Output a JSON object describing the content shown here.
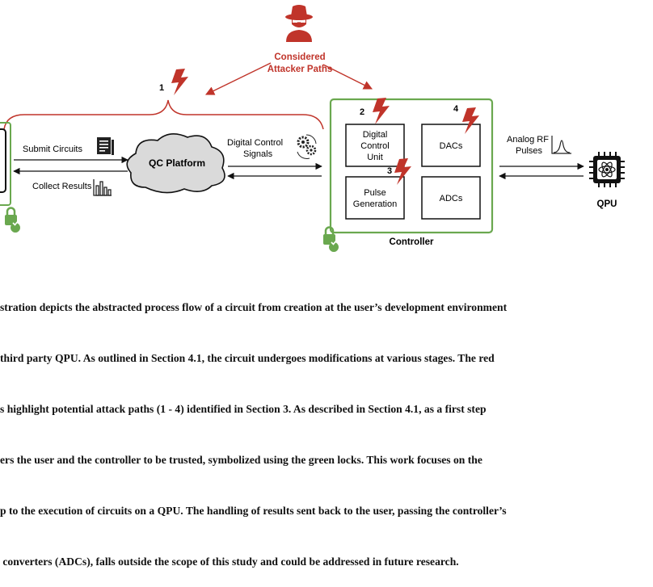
{
  "diagram": {
    "attacker": {
      "label_line1": "Considered",
      "label_line2": "Attacker Paths"
    },
    "attack_numbers": [
      "1",
      "2",
      "3",
      "4"
    ],
    "left": {
      "submit": "Submit Circuits",
      "collect": "Collect Results"
    },
    "platform": "QC Platform",
    "digital_control": {
      "line1": "Digital Control",
      "line2": "Signals"
    },
    "controller": {
      "title": "Controller",
      "dcu": {
        "line1": "Digital",
        "line2": "Control",
        "line3": "Unit"
      },
      "dacs": "DACs",
      "pulse": {
        "line1": "Pulse",
        "line2": "Generation"
      },
      "adcs": "ADCs"
    },
    "analog": {
      "line1": "Analog RF",
      "line2": "Pulses"
    },
    "qpu": "QPU",
    "colors": {
      "attack": "#c0342a",
      "trusted": "#6aa84f",
      "ink": "#111111"
    },
    "icons": [
      "hacker-icon",
      "lightning-icon",
      "lock-icon",
      "document-icon",
      "bar-chart-icon",
      "gears-icon",
      "pulse-icon",
      "chip-atom-icon"
    ]
  },
  "caption": {
    "lines": [
      "stration depicts the abstracted process flow of a circuit from creation at the user’s development environment",
      "third party QPU. As outlined in Section 4.1, the circuit undergoes modifications at various stages. The red",
      "s highlight potential attack paths (1 - 4) identified in Section 3. As described in Section 4.1, as a first step",
      "ers the user and the controller to be trusted, symbolized using the green locks. This work focuses on the",
      "p to the execution of circuits on a QPU. The handling of results sent back to the user, passing the controller’s",
      " converters (ADCs), falls outside the scope of this study and could be addressed in future research."
    ]
  }
}
